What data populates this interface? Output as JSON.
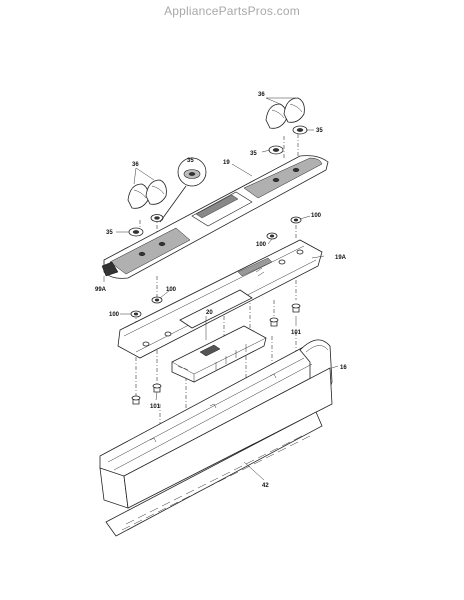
{
  "watermark": "AppliancePartsPros.com",
  "callouts": {
    "c36_top": "36",
    "c35_top_right": "35",
    "c35_top_mid": "35",
    "c19": "19",
    "c36_left": "36",
    "c35_inset": "35",
    "c35_left": "35",
    "c100_right": "100",
    "c100_mid": "100",
    "c19a": "19A",
    "c99a": "99A",
    "c100_left": "100",
    "c100_far_left": "100",
    "c20": "20",
    "c101_right": "101",
    "c16": "16",
    "c101_left": "101",
    "c42": "42"
  }
}
